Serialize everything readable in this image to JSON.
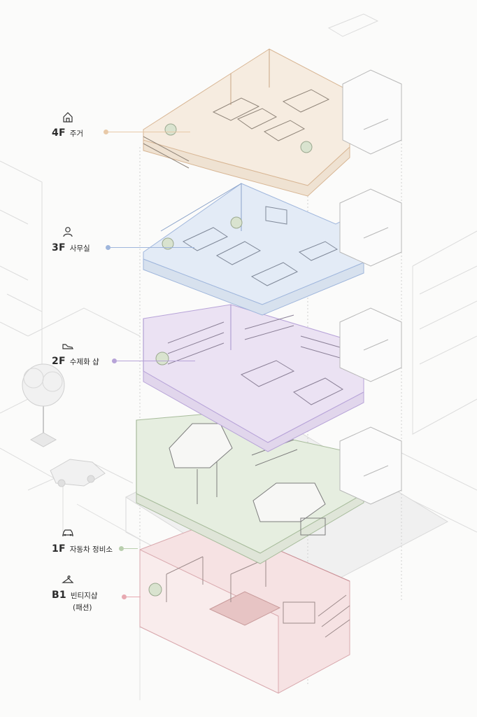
{
  "floors": [
    {
      "id": "4f",
      "code": "4F",
      "name": "주거",
      "sub": "",
      "icon": "house-icon",
      "color": "#e8c9a8",
      "fill": "#f6ece0"
    },
    {
      "id": "3f",
      "code": "3F",
      "name": "사무실",
      "sub": "",
      "icon": "person-icon",
      "color": "#9fb6dc",
      "fill": "#e3ebf6"
    },
    {
      "id": "2f",
      "code": "2F",
      "name": "수제화 샵",
      "sub": "",
      "icon": "shoe-icon",
      "color": "#b7a3d8",
      "fill": "#ebe2f3"
    },
    {
      "id": "1f",
      "code": "1F",
      "name": "자동차 정비소",
      "sub": "",
      "icon": "car-icon",
      "color": "#b9cfae",
      "fill": "#e6eee0"
    },
    {
      "id": "b1",
      "code": "B1",
      "name": "빈티지샵",
      "sub": "(패션)",
      "icon": "hanger-icon",
      "color": "#e7a9b1",
      "fill": "#f6e2e3"
    }
  ]
}
